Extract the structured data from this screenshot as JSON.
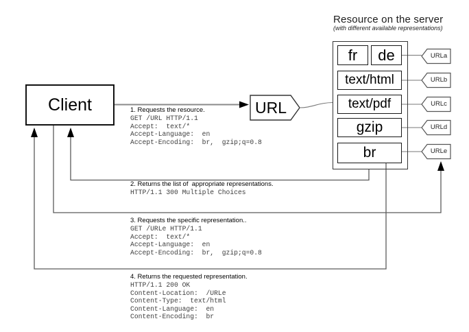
{
  "client": {
    "label": "Client"
  },
  "url_node": {
    "label": "URL"
  },
  "server": {
    "title": "Resource on the server",
    "subtitle": "(with different available representations)",
    "representations": [
      "fr",
      "de",
      "text/html",
      "text/pdf",
      "gzip",
      "br"
    ],
    "url_tags": [
      "URLa",
      "URLb",
      "URLc",
      "URLd",
      "URLe"
    ]
  },
  "messages": [
    {
      "title": "1. Requests the resource.",
      "lines": [
        "GET /URL HTTP/1.1",
        "Accept:  text/*",
        "Accept-Language:  en",
        "Accept-Encoding:  br,  gzip;q=0.8"
      ]
    },
    {
      "title": "2. Returns the list of  appropriate representations.",
      "lines": [
        "HTTP/1.1 300 Multiple Choices"
      ]
    },
    {
      "title": "3. Requests the specific representation..",
      "lines": [
        "GET /URLe HTTP/1.1",
        "Accept:  text/*",
        "Accept-Language:  en",
        "Accept-Encoding:  br,  gzip;q=0.8"
      ]
    },
    {
      "title": "4. Returns the requested representation.",
      "lines": [
        "HTTP/1.1 200 OK",
        "Content-Location:  /URLe",
        "Content-Type:  text/html",
        "Content-Language:  en",
        "Content-Encoding:  br"
      ]
    }
  ],
  "colors": {
    "background": "#ffffff",
    "box_border": "#111111",
    "flow_line": "#5a5a5a",
    "arrowhead": "#000000",
    "mono_text": "#3d3d3d"
  }
}
